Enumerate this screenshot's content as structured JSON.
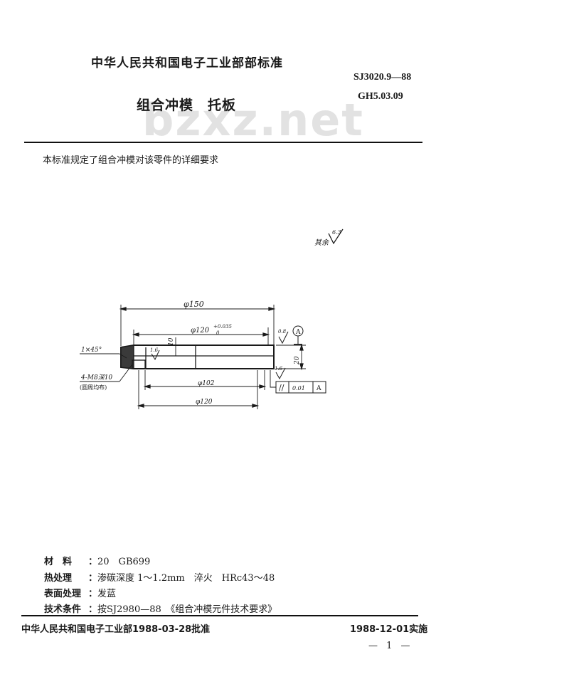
{
  "header": {
    "organization": "中华人民共和国电子工业部部标准",
    "standard_code_1": "SJ3020.9—88",
    "standard_code_2": "GH5.03.09",
    "title": "组合冲模　托板",
    "watermark": "bzxz.net"
  },
  "intro": "本标准规定了组合冲模对该零件的详细要求",
  "drawing": {
    "surface_roughness_note": "其余",
    "surface_roughness_value": "6.3",
    "dim_overall_dia": "φ150",
    "dim_recess_dia": "φ120",
    "dim_recess_tol_upper": "+0.035",
    "dim_recess_tol_lower": "0",
    "dim_recess_depth": "10",
    "dim_thickness": "20",
    "dim_roughness_top": "0.8",
    "dim_roughness_recess": "1.6",
    "dim_roughness_bottom": "1.6",
    "chamfer": "1×45°",
    "thread_note": "4-M8深10",
    "thread_note_sub": "(圆周均布)",
    "dim_hole_circle": "φ102",
    "dim_bottom_dia": "φ120",
    "datum_label": "A",
    "tolerance_symbol": "//",
    "tolerance_value": "0.01",
    "tolerance_datum": "A"
  },
  "specs": [
    {
      "label": "材　料",
      "value": "20　GB699"
    },
    {
      "label": "热处理",
      "value": "渗碳深度 1～1.2mm　淬火　HRc43～48"
    },
    {
      "label": "表面处理",
      "value": "发蓝"
    },
    {
      "label": "技术条件",
      "value": "按SJ2980—88　《组合冲模元件技术要求》"
    }
  ],
  "footer": {
    "approval": "中华人民共和国电子工业部1988-03-28批准",
    "implementation": "1988-12-01实施",
    "page_number": "— 1 —"
  }
}
